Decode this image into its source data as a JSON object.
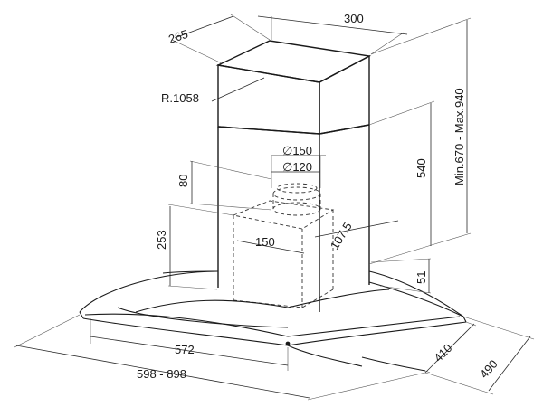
{
  "dimensions": {
    "chimney_depth": "265",
    "chimney_width": "300",
    "radius": "R.1058",
    "flange_outer_diameter": "∅150",
    "flange_inner_diameter": "∅120",
    "flange_height": "80",
    "chimney_height": "540",
    "total_height_range": "Min.670  -  Max.940",
    "motor_height": "253",
    "motor_width": "150",
    "motor_depth": "107.5",
    "canopy_thickness": "51",
    "inner_width": "572",
    "inner_depth": "410",
    "outer_depth": "490",
    "outer_width_range": "598  -  898"
  }
}
